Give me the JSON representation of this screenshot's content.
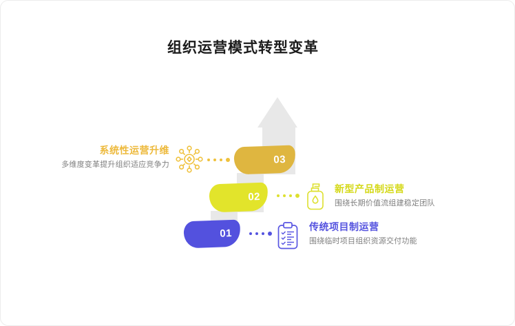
{
  "header": {
    "title": "组织运营模式转型变革"
  },
  "steps": [
    {
      "number": "01",
      "title": "传统项目制运营",
      "subtitle": "围绕临时项目组织资源交付功能",
      "color": "#5351DE",
      "icon": "clipboard-checklist-icon",
      "side": "right"
    },
    {
      "number": "02",
      "title": "新型产品制运营",
      "subtitle": "围绕长期价值流组建稳定团队",
      "color": "#E2E42B",
      "icon": "pump-bottle-icon",
      "side": "right"
    },
    {
      "number": "03",
      "title": "系统性运营升维",
      "subtitle": "多维度变革提升组织适应竞争力",
      "color": "#DFB640",
      "icon": "network-hub-icon",
      "side": "left"
    }
  ],
  "colors": {
    "accent_blue": "#5351DE",
    "accent_chartreuse": "#E2E42B",
    "accent_gold": "#DFB640",
    "gold_icon": "#EFC13C",
    "arrow_gray": "#E8E8E8",
    "title_text": "#1C1C1C",
    "subtitle_gray": "#7F7F7F"
  }
}
